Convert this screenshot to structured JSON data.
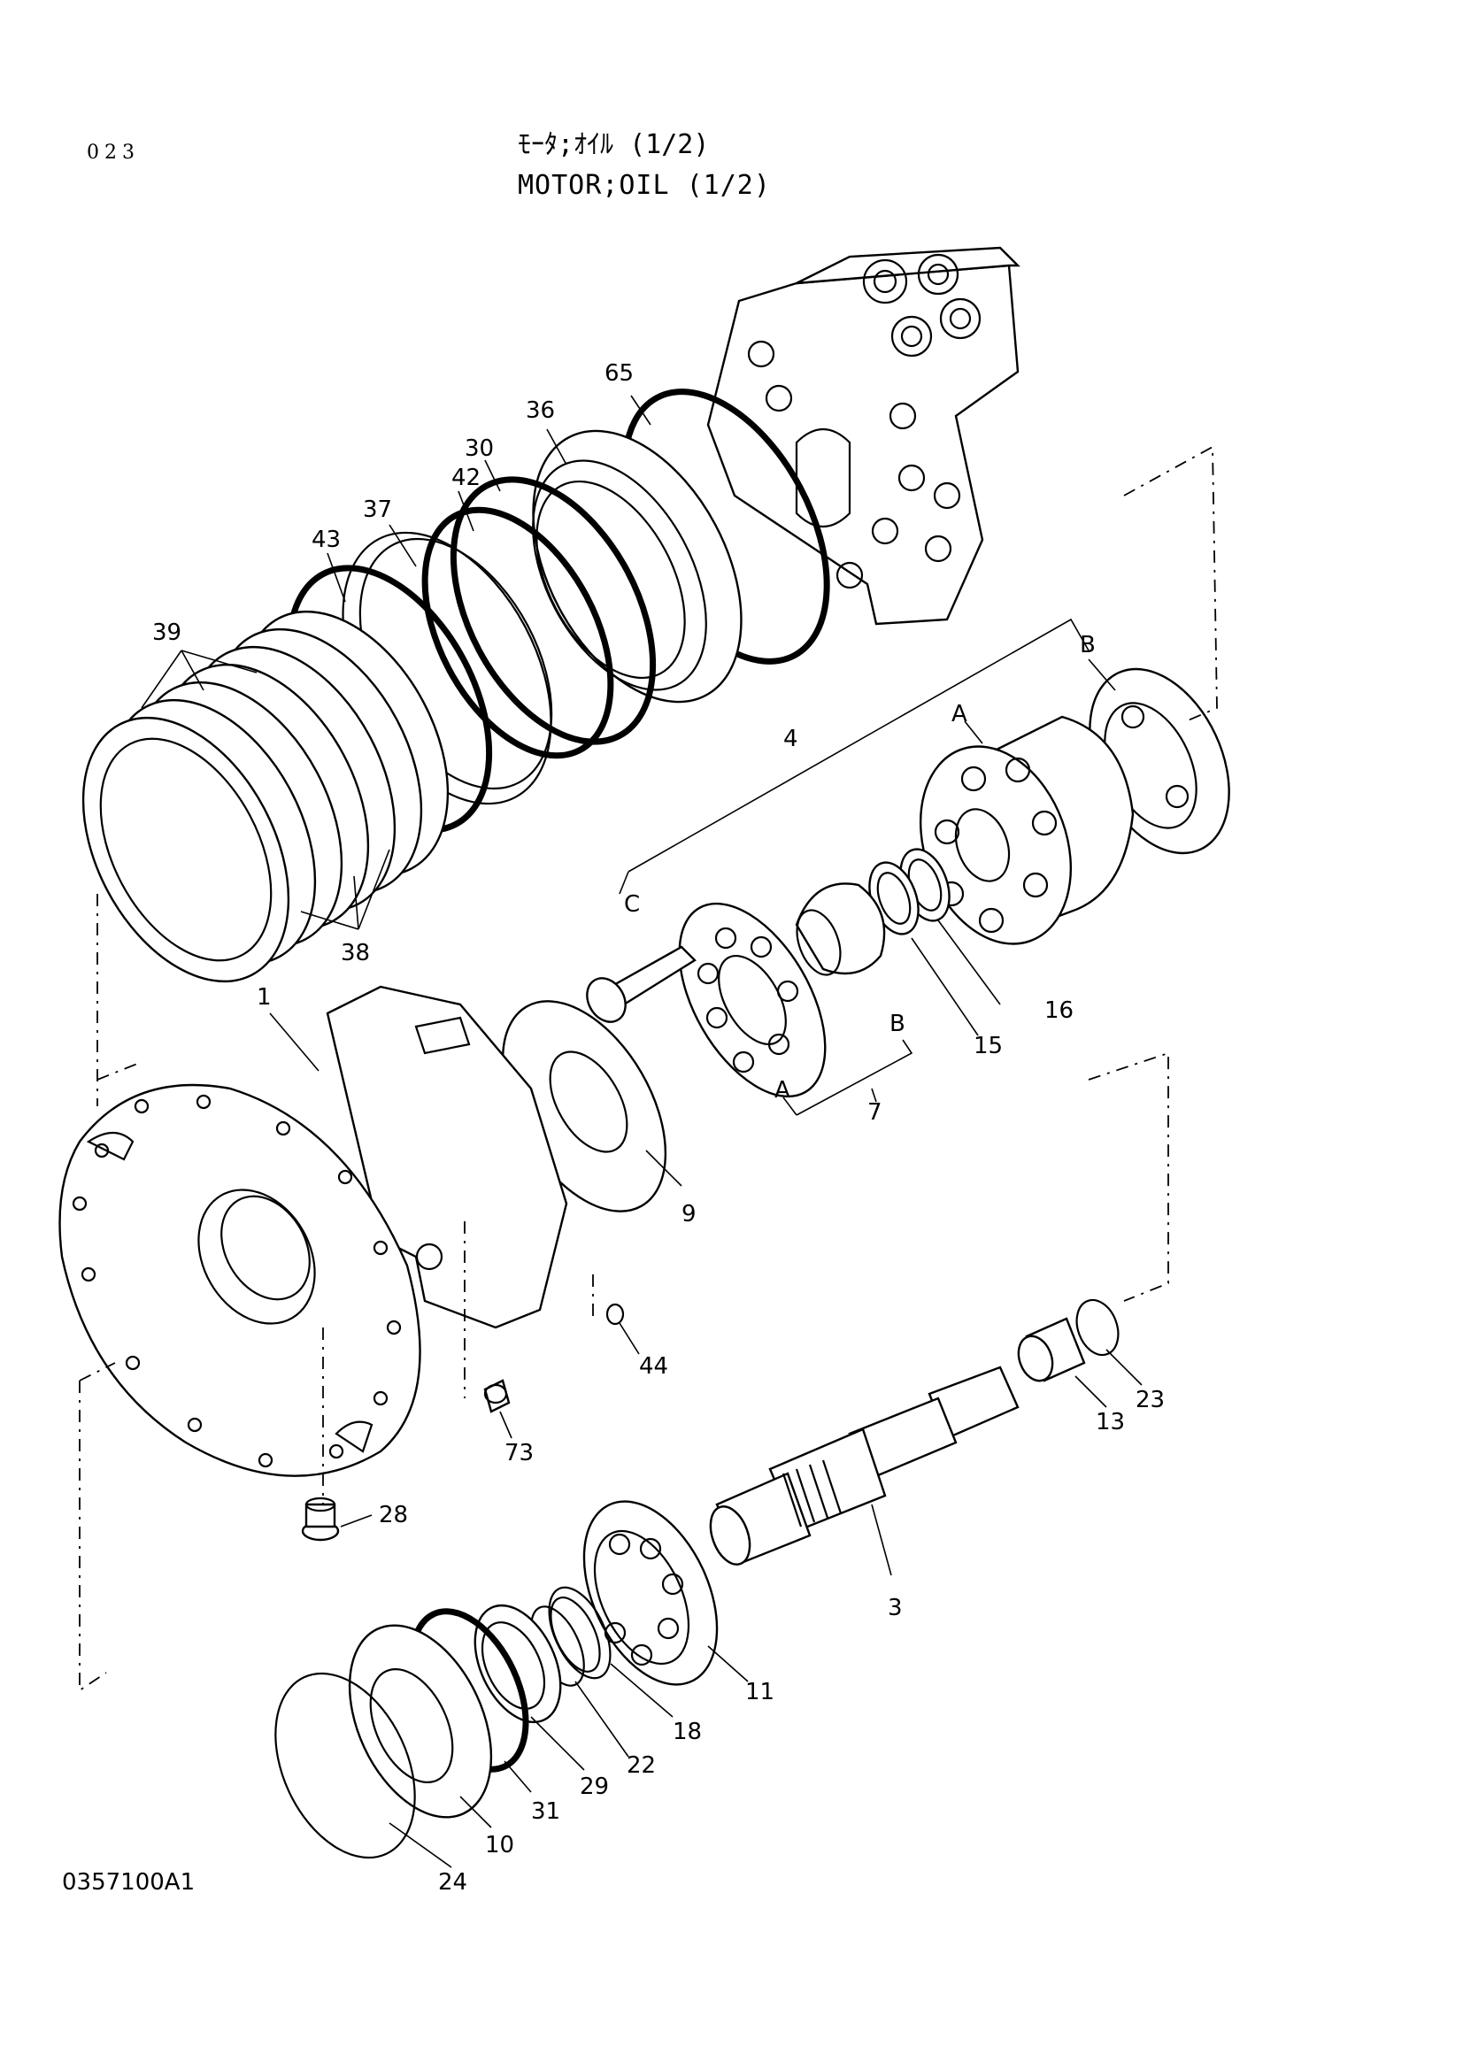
{
  "header": {
    "page_number": "023",
    "title_jp": "ﾓｰﾀ;ｵｲﾙ (1/2)",
    "title_en": "MOTOR;OIL (1/2)"
  },
  "footer": {
    "drawing_code": "0357100A1"
  },
  "callouts": {
    "p1": "1",
    "p3": "3",
    "p4": "4",
    "p7": "7",
    "p9": "9",
    "p10": "10",
    "p11": "11",
    "p13": "13",
    "p15": "15",
    "p16": "16",
    "p18": "18",
    "p22": "22",
    "p23": "23",
    "p24": "24",
    "p28": "28",
    "p29": "29",
    "p30": "30",
    "p31": "31",
    "p36": "36",
    "p37": "37",
    "p38": "38",
    "p39": "39",
    "p42": "42",
    "p43": "43",
    "p44": "44",
    "p65": "65",
    "p73": "73",
    "letter_a_top": "A",
    "letter_b_top": "B",
    "letter_c": "C",
    "letter_b_mid": "B",
    "letter_a_bottom": "A"
  }
}
